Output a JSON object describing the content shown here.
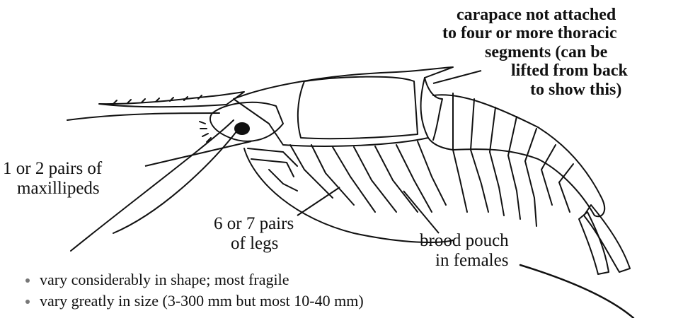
{
  "labels": {
    "carapace": [
      "carapace not attached",
      "to four or more thoracic",
      "segments (can be",
      "lifted from back",
      "to show this)"
    ],
    "maxillipeds": [
      "1 or 2 pairs of",
      "maxillipeds"
    ],
    "legs": [
      "6 or 7 pairs",
      "of legs"
    ],
    "brood_pouch": [
      "brood pouch",
      "in females"
    ]
  },
  "bullets": [
    "vary considerably in shape; most fragile",
    "vary greatly in size (3-300 mm but most 10-40 mm)"
  ]
}
